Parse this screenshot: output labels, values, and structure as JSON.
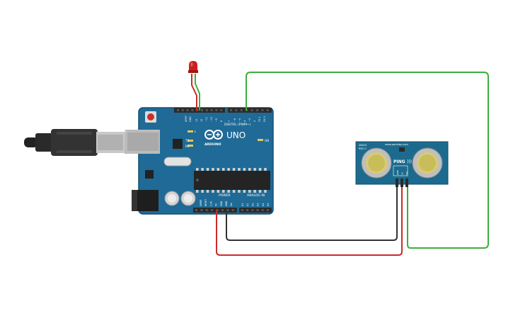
{
  "colors": {
    "board": "#1f6a96",
    "board_edge": "#164f72",
    "sensor": "#1c6b8e",
    "wire_red": "#cc2a2a",
    "wire_black": "#333333",
    "wire_green": "#3cae3c",
    "led": "#c8201e",
    "header": "#2b2b2b"
  },
  "board": {
    "brand": "UNO",
    "brand_sub": "ARDUINO",
    "digital_label": "DIGITAL (PWM~)",
    "power_label": "POWER",
    "analog_label": "ANALOG IN",
    "on_label": "ON",
    "l_label": "L",
    "tx_label": "TX",
    "rx_label": "RX",
    "top_pins": [
      "AREF",
      "GND",
      "13",
      "12",
      "~11",
      "~10",
      "~9",
      "8",
      "7",
      "~6",
      "~5",
      "4",
      "~3",
      "2",
      "TX 1",
      "RX 0"
    ],
    "power_pins": [
      "IOREF",
      "RESET",
      "3.3V",
      "5V",
      "GND",
      "GND",
      "Vin"
    ],
    "analog_pins": [
      "A0",
      "A1",
      "A2",
      "A3",
      "A4",
      "A5"
    ]
  },
  "sensor": {
    "model": "PING",
    "website": "www.parallax.com",
    "part": "28015",
    "rev": "REV C",
    "pins": [
      "GND",
      "5V",
      "SIG"
    ]
  },
  "icons": {
    "usb_cable": "usb-cable-icon",
    "led": "led-icon"
  }
}
